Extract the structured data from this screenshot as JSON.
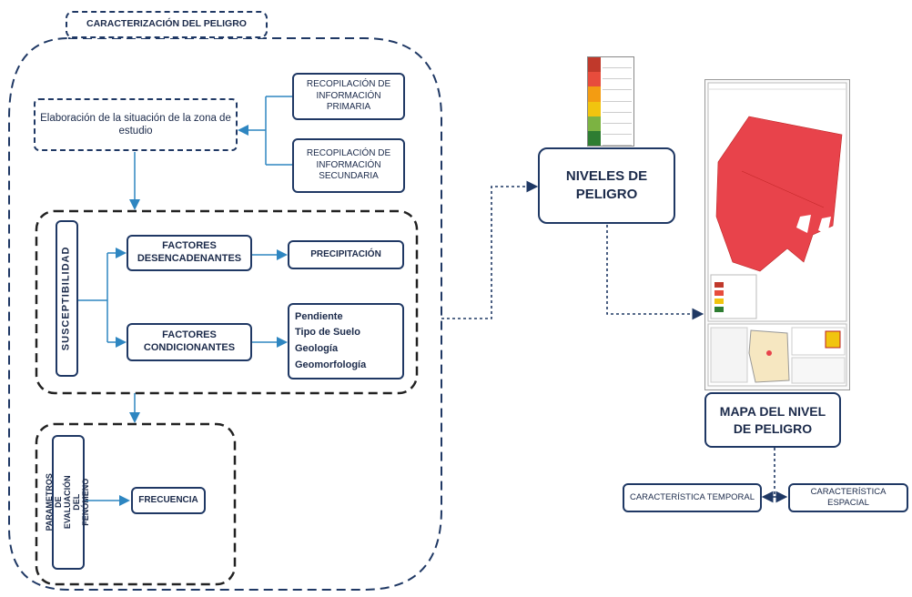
{
  "title": "CARACTERIZACIÓN DEL PELIGRO",
  "study_zone": "Elaboración de la situación de la zona de estudio",
  "info_primary": "RECOPILACIÓN DE INFORMACIÓN PRIMARIA",
  "info_secondary": "RECOPILACIÓN DE INFORMACIÓN SECUNDARIA",
  "susceptibility": "SUSCEPTIBILIDAD",
  "triggering_factors": "FACTORES DESENCADENANTES",
  "precipitation": "PRECIPITACIÓN",
  "conditioning_factors": "FACTORES CONDICIONANTES",
  "conditioning_items": [
    "Pendiente",
    "Tipo de Suelo",
    "Geología",
    "Geomorfología"
  ],
  "evaluation_params": "PARAMETROS DE EVALUACIÓN DEL FENÓMENO",
  "frequency": "FRECUENCIA",
  "hazard_levels": "NIVELES DE PELIGRO",
  "hazard_map": "MAPA DEL NIVEL DE PELIGRO",
  "temporal": "CARACTERÍSTICA TEMPORAL",
  "spatial": "CARACTERÍSTICA ESPACIAL",
  "colors": {
    "border": "#1f3864",
    "arrow": "#2e86c1",
    "map_red": "#e8434b",
    "legend": [
      "#c0392b",
      "#e74c3c",
      "#f39c12",
      "#f1c40f",
      "#7cb342",
      "#2e7d32"
    ]
  }
}
